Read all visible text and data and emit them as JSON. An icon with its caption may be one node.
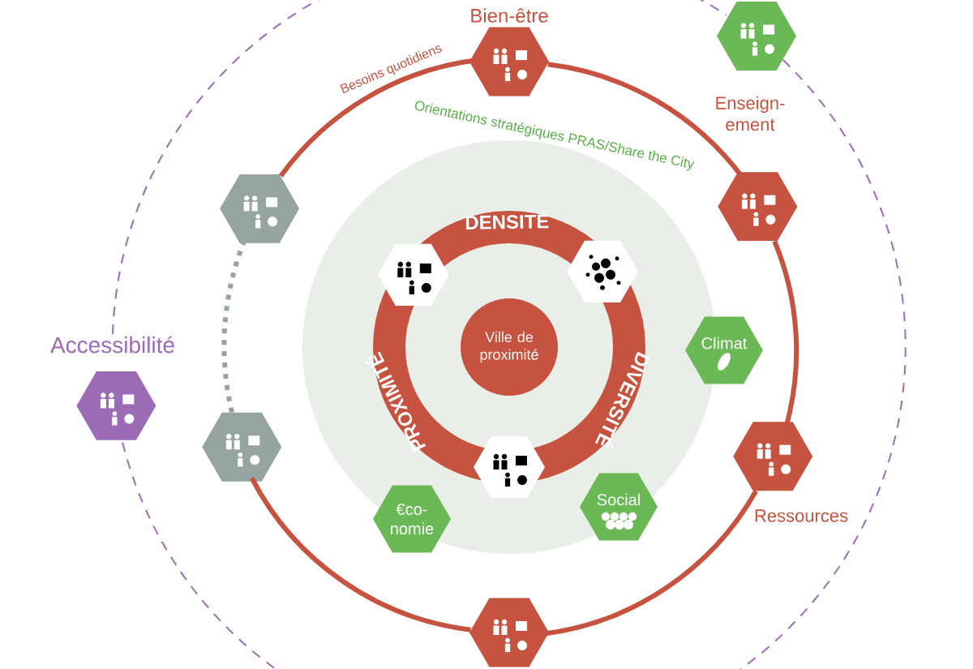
{
  "diagram": {
    "nodes": [
      {
        "text": [
          "Bien-être"
        ]
      },
      {
        "text": [],
        "shape": "hexagon"
      },
      {
        "text": [],
        "shape": "hexagon"
      },
      {
        "text": [
          "Enseign-ement"
        ]
      },
      {
        "text": [
          "Orientations stratégiques PRAS/Share the City"
        ]
      },
      {
        "text": [
          "DENSITÉ",
          "DIVERSITÉ",
          "PROXIMITÉ"
        ],
        "in": 4
      },
      {
        "text": [],
        "shape": "hexagon",
        "in": 4
      },
      {
        "text": [],
        "shape": "hexagon",
        "in": 4
      },
      {
        "text": [
          "Ville de proximité"
        ],
        "in": 5
      },
      {
        "text": [
          "Climat"
        ]
      },
      {
        "text": [
          "Accessibilité"
        ]
      },
      {
        "text": [],
        "shape": "hexagon"
      },
      {
        "text": [],
        "shape": "hexagon",
        "in": 4
      },
      {
        "text": [
          "Ressources"
        ]
      },
      {
        "text": [
          "€co-nomie"
        ],
        "in": 4
      },
      {
        "text": [
          "Social"
        ],
        "in": 4
      },
      {
        "text": [],
        "shape": "hexagon"
      }
    ],
    "edges": [
      {
        "from": 0,
        "to": 3,
        "arrow": "none"
      },
      {
        "from": 3,
        "to": 13,
        "arrow": "none"
      },
      {
        "from": 13,
        "to": 16,
        "arrow": "none"
      },
      {
        "from": 16,
        "to": 11,
        "arrow": "none"
      },
      {
        "from": 11,
        "to": 2,
        "arrow": "none",
        "style": "dashed",
        "color": "#95a3a1"
      },
      {
        "from": 2,
        "to": 0,
        "arrow": "none",
        "label": "Besoins quotidiens"
      },
      {
        "from": 10,
        "to": 1,
        "arrow": "none",
        "style": "dashed",
        "color": "#9c6bb5"
      },
      {
        "from": 1,
        "to": 10,
        "arrow": "none",
        "style": "dashed",
        "color": "#9c6bb5"
      }
    ]
  }
}
